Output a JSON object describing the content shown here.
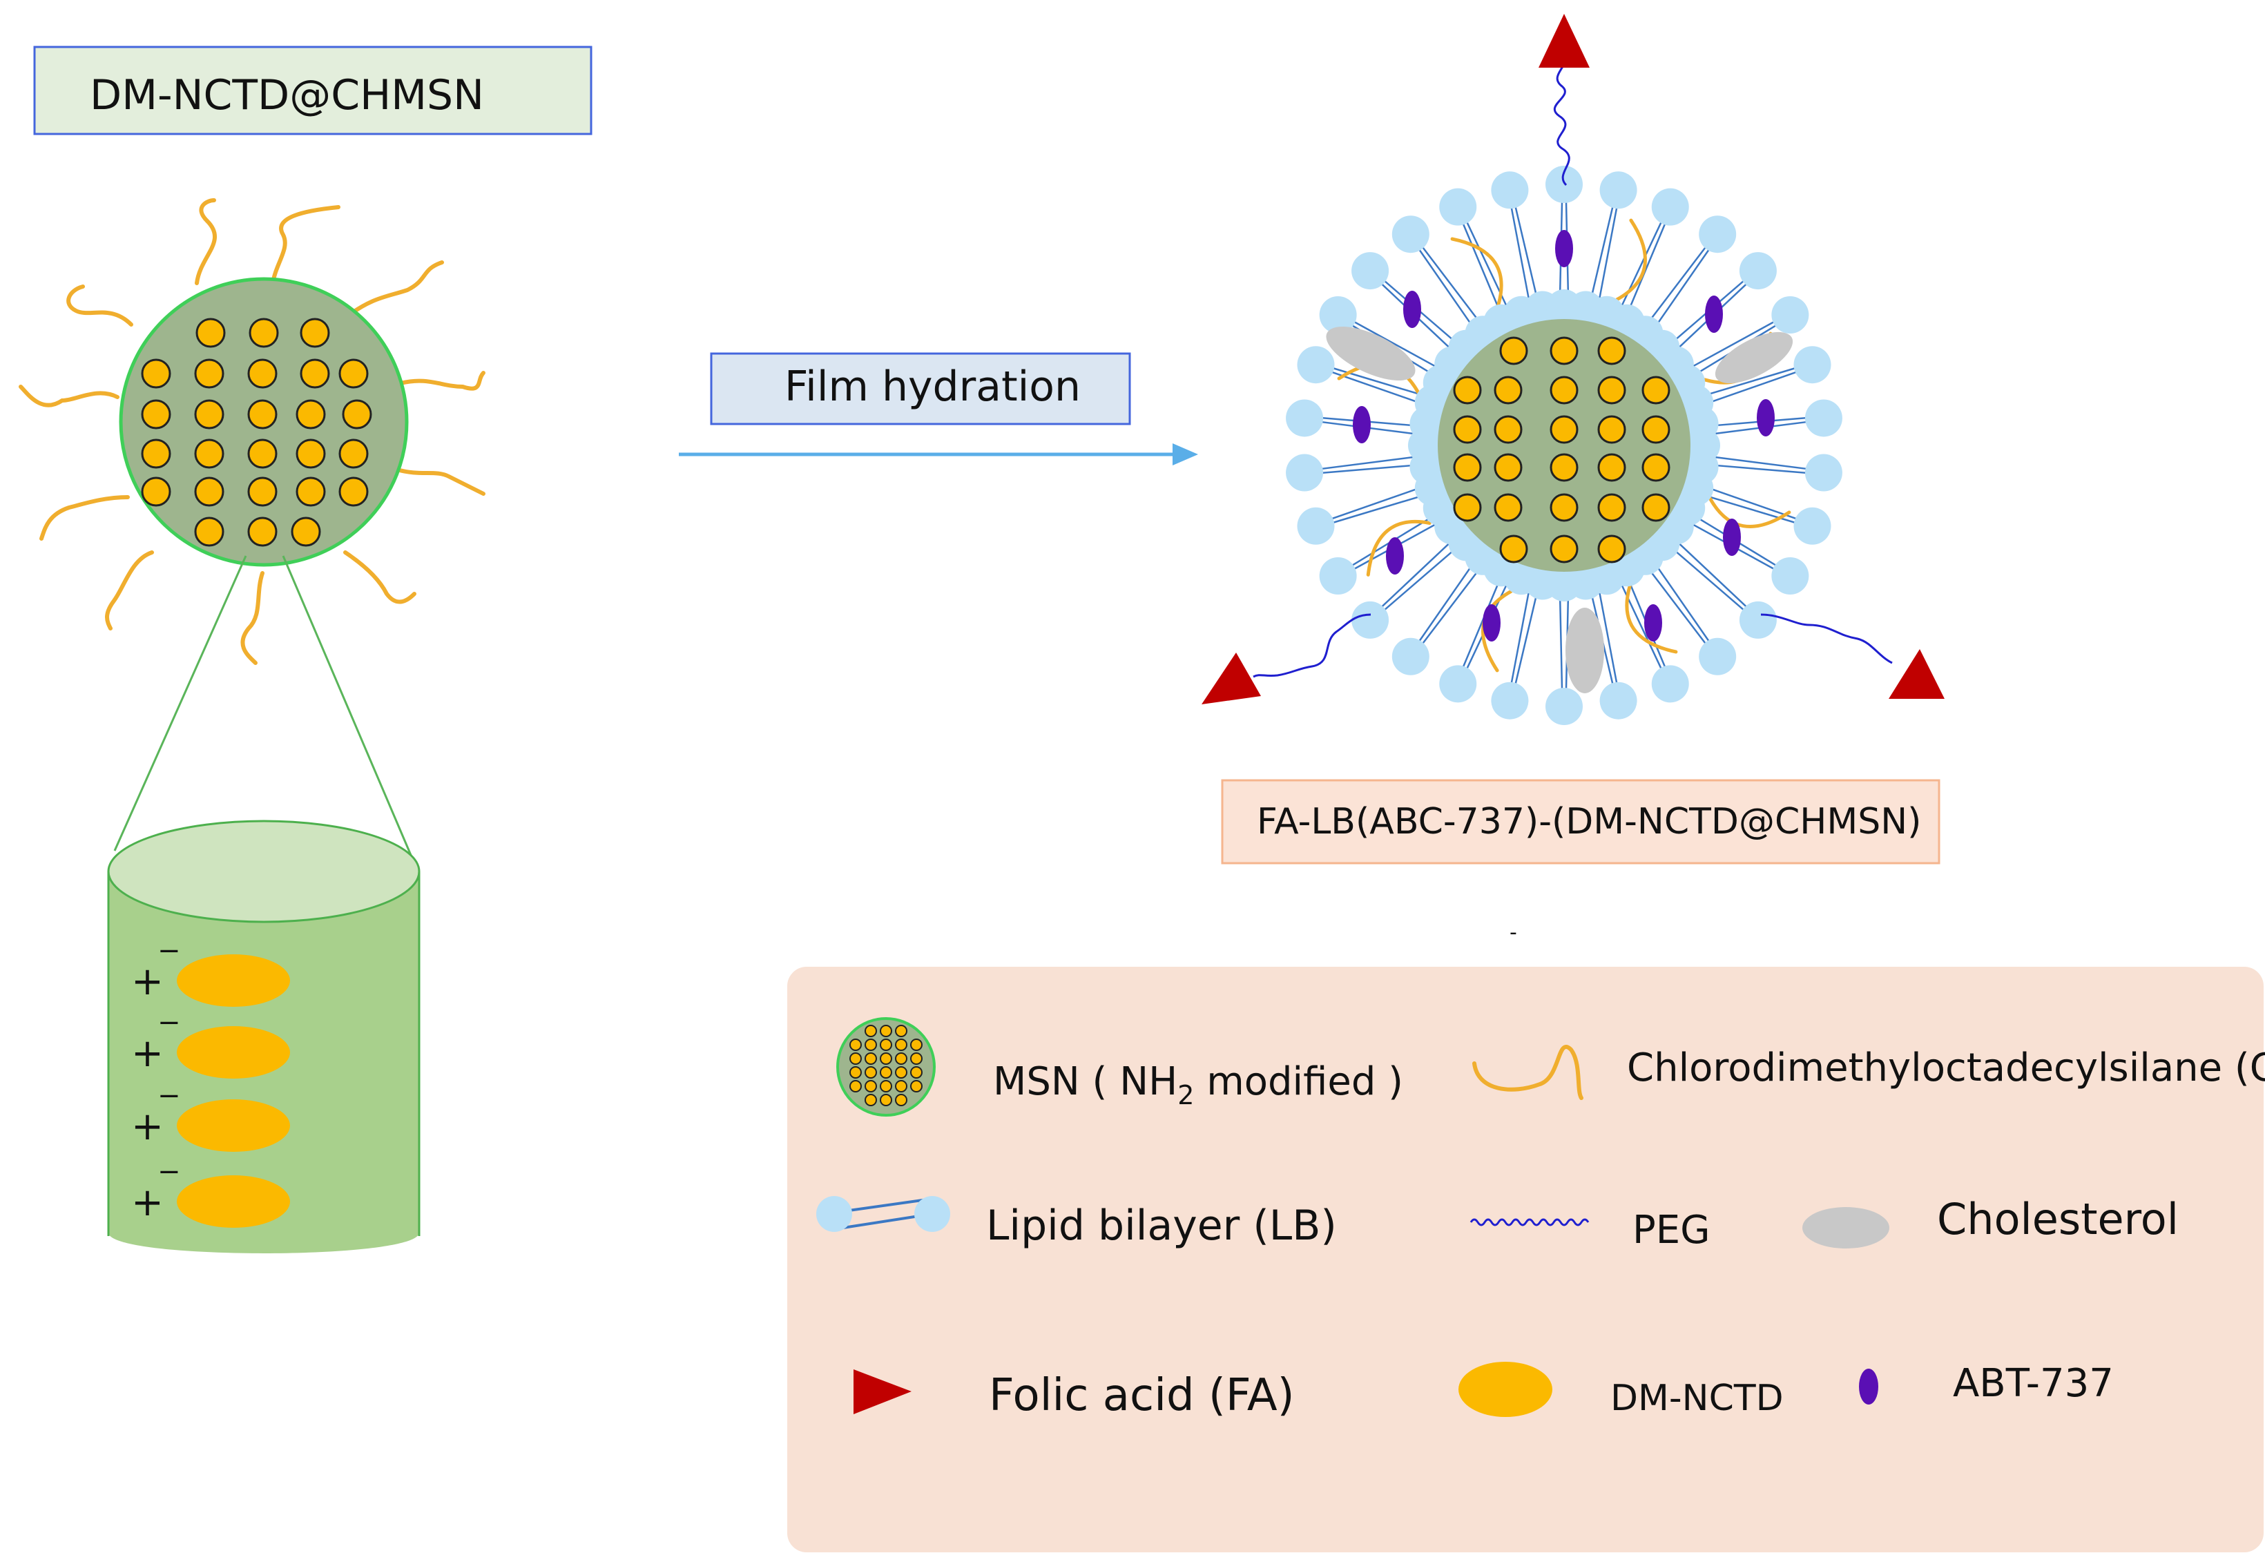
{
  "titles": {
    "left_box": "DM-NCTD@CHMSN",
    "process_box": "Film hydration",
    "result_box": "FA-LB(ABC-737)-(DM-NCTD@CHMSN)",
    "minor_mark": "-"
  },
  "cylinder": {
    "plus": "+",
    "minus": "−"
  },
  "legend": {
    "msn_label_pre": "MSN ( NH",
    "msn_label_sub": "2",
    "msn_label_post": " modified )",
    "ch_label": "Chlorodimethyloctadecylsilane (CH)",
    "lb_label": "Lipid bilayer (LB)",
    "peg_label": "PEG",
    "cholesterol_label": "Cholesterol",
    "fa_label": "Folic acid (FA)",
    "dm_label": "DM-NCTD",
    "abt_label": "ABT-737"
  },
  "colors": {
    "msn_fill": "#9eb58e",
    "msn_stroke": "#3fcf58",
    "dm_orange": "#fbb900",
    "ch_chain": "#f0ae2e",
    "lipid_head": "#b9e0f7",
    "lipid_tail": "#3b78c4",
    "peg": "#1f1fcf",
    "fa_red": "#c00000",
    "abt_purple": "#5a0fb4",
    "cholesterol": "#c8c8c8",
    "legend_bg": "#f8e1d4",
    "arrow": "#5aaee8",
    "cylinder_body": "#a8d08c",
    "cylinder_top": "#cfe4bf"
  }
}
